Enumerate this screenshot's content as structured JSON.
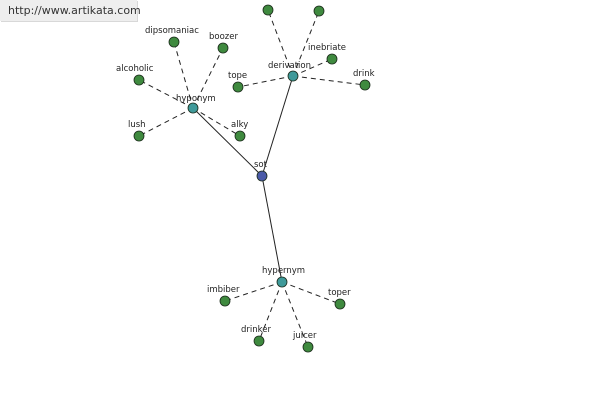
{
  "banner": {
    "text": "http://www.artikata.com"
  },
  "colors": {
    "root": "#4a5aa8",
    "relation": "#3f9a9a",
    "word": "#3f8a3f"
  },
  "graph": {
    "nodes": [
      {
        "id": "sot",
        "label": "sot",
        "kind": "root"
      },
      {
        "id": "hyponym",
        "label": "hyponym",
        "kind": "relation"
      },
      {
        "id": "derivation",
        "label": "derivation",
        "kind": "relation"
      },
      {
        "id": "hypernym",
        "label": "hypernym",
        "kind": "relation"
      },
      {
        "id": "dipsomaniac",
        "label": "dipsomaniac",
        "kind": "word"
      },
      {
        "id": "boozer",
        "label": "boozer",
        "kind": "word"
      },
      {
        "id": "alcoholic",
        "label": "alcoholic",
        "kind": "word"
      },
      {
        "id": "lush",
        "label": "lush",
        "kind": "word"
      },
      {
        "id": "alky",
        "label": "alky",
        "kind": "word"
      },
      {
        "id": "tope",
        "label": "tope",
        "kind": "word"
      },
      {
        "id": "inebriate",
        "label": "inebriate",
        "kind": "word"
      },
      {
        "id": "drink",
        "label": "drink",
        "kind": "word"
      },
      {
        "id": "topnode1",
        "label": "",
        "kind": "word"
      },
      {
        "id": "topnode2",
        "label": "",
        "kind": "word"
      },
      {
        "id": "imbiber",
        "label": "imbiber",
        "kind": "word"
      },
      {
        "id": "toper",
        "label": "toper",
        "kind": "word"
      },
      {
        "id": "drinker",
        "label": "drinker",
        "kind": "word"
      },
      {
        "id": "juicer",
        "label": "juicer",
        "kind": "word"
      }
    ],
    "edges": [
      {
        "from": "sot",
        "to": "hyponym",
        "style": "solid"
      },
      {
        "from": "sot",
        "to": "derivation",
        "style": "solid"
      },
      {
        "from": "sot",
        "to": "hypernym",
        "style": "solid"
      },
      {
        "from": "hyponym",
        "to": "dipsomaniac",
        "style": "dashed"
      },
      {
        "from": "hyponym",
        "to": "boozer",
        "style": "dashed"
      },
      {
        "from": "hyponym",
        "to": "alcoholic",
        "style": "dashed"
      },
      {
        "from": "hyponym",
        "to": "lush",
        "style": "dashed"
      },
      {
        "from": "hyponym",
        "to": "alky",
        "style": "dashed"
      },
      {
        "from": "derivation",
        "to": "tope",
        "style": "dashed"
      },
      {
        "from": "derivation",
        "to": "inebriate",
        "style": "dashed"
      },
      {
        "from": "derivation",
        "to": "drink",
        "style": "dashed"
      },
      {
        "from": "derivation",
        "to": "topnode1",
        "style": "dashed"
      },
      {
        "from": "derivation",
        "to": "topnode2",
        "style": "dashed"
      },
      {
        "from": "hypernym",
        "to": "imbiber",
        "style": "dashed"
      },
      {
        "from": "hypernym",
        "to": "toper",
        "style": "dashed"
      },
      {
        "from": "hypernym",
        "to": "drinker",
        "style": "dashed"
      },
      {
        "from": "hypernym",
        "to": "juicer",
        "style": "dashed"
      }
    ]
  }
}
